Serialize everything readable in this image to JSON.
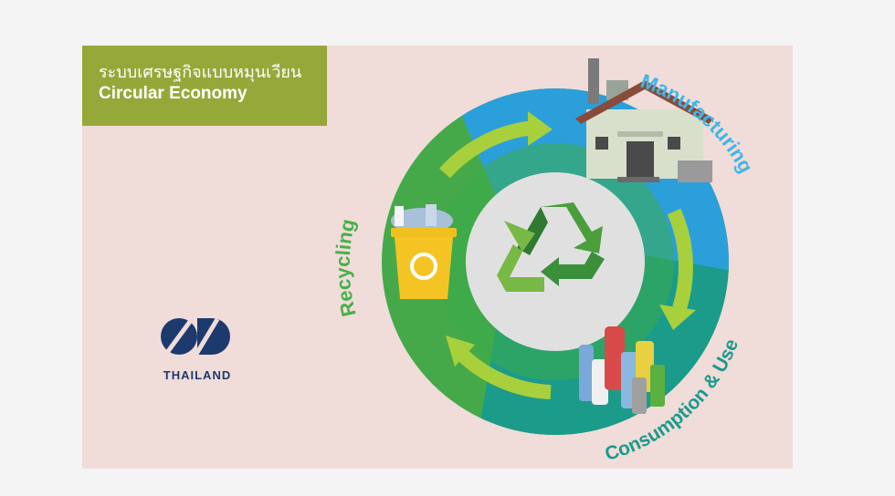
{
  "header": {
    "title_thai": "ระบบเศรษฐกิจแบบหมุนเวียน",
    "title_english": "Circular Economy"
  },
  "logo": {
    "text": "THAILAND",
    "icon": "sd-logo-icon"
  },
  "stages": {
    "manufacturing": "Manufacturing",
    "consumption": "Consumption & Use",
    "recycling": "Recycling"
  },
  "colors": {
    "background": "#f0dcd8",
    "title_box": "#97a83a",
    "manufacturing_sector": "#2b9fd9",
    "consumption_sector": "#1b9b8a",
    "recycling_sector": "#45a94a",
    "inner_ring": "#3aab4a",
    "center": "#e0e0e0",
    "arrows": "#a8cf3c",
    "manufacturing_text": "#3fb6e8",
    "consumption_text": "#1a9a8c",
    "recycling_text": "#48b04a",
    "logo_blue": "#1d3a6e"
  },
  "icons": [
    "factory-icon",
    "bottles-icon",
    "recycle-bin-icon",
    "recycle-symbol-icon"
  ]
}
